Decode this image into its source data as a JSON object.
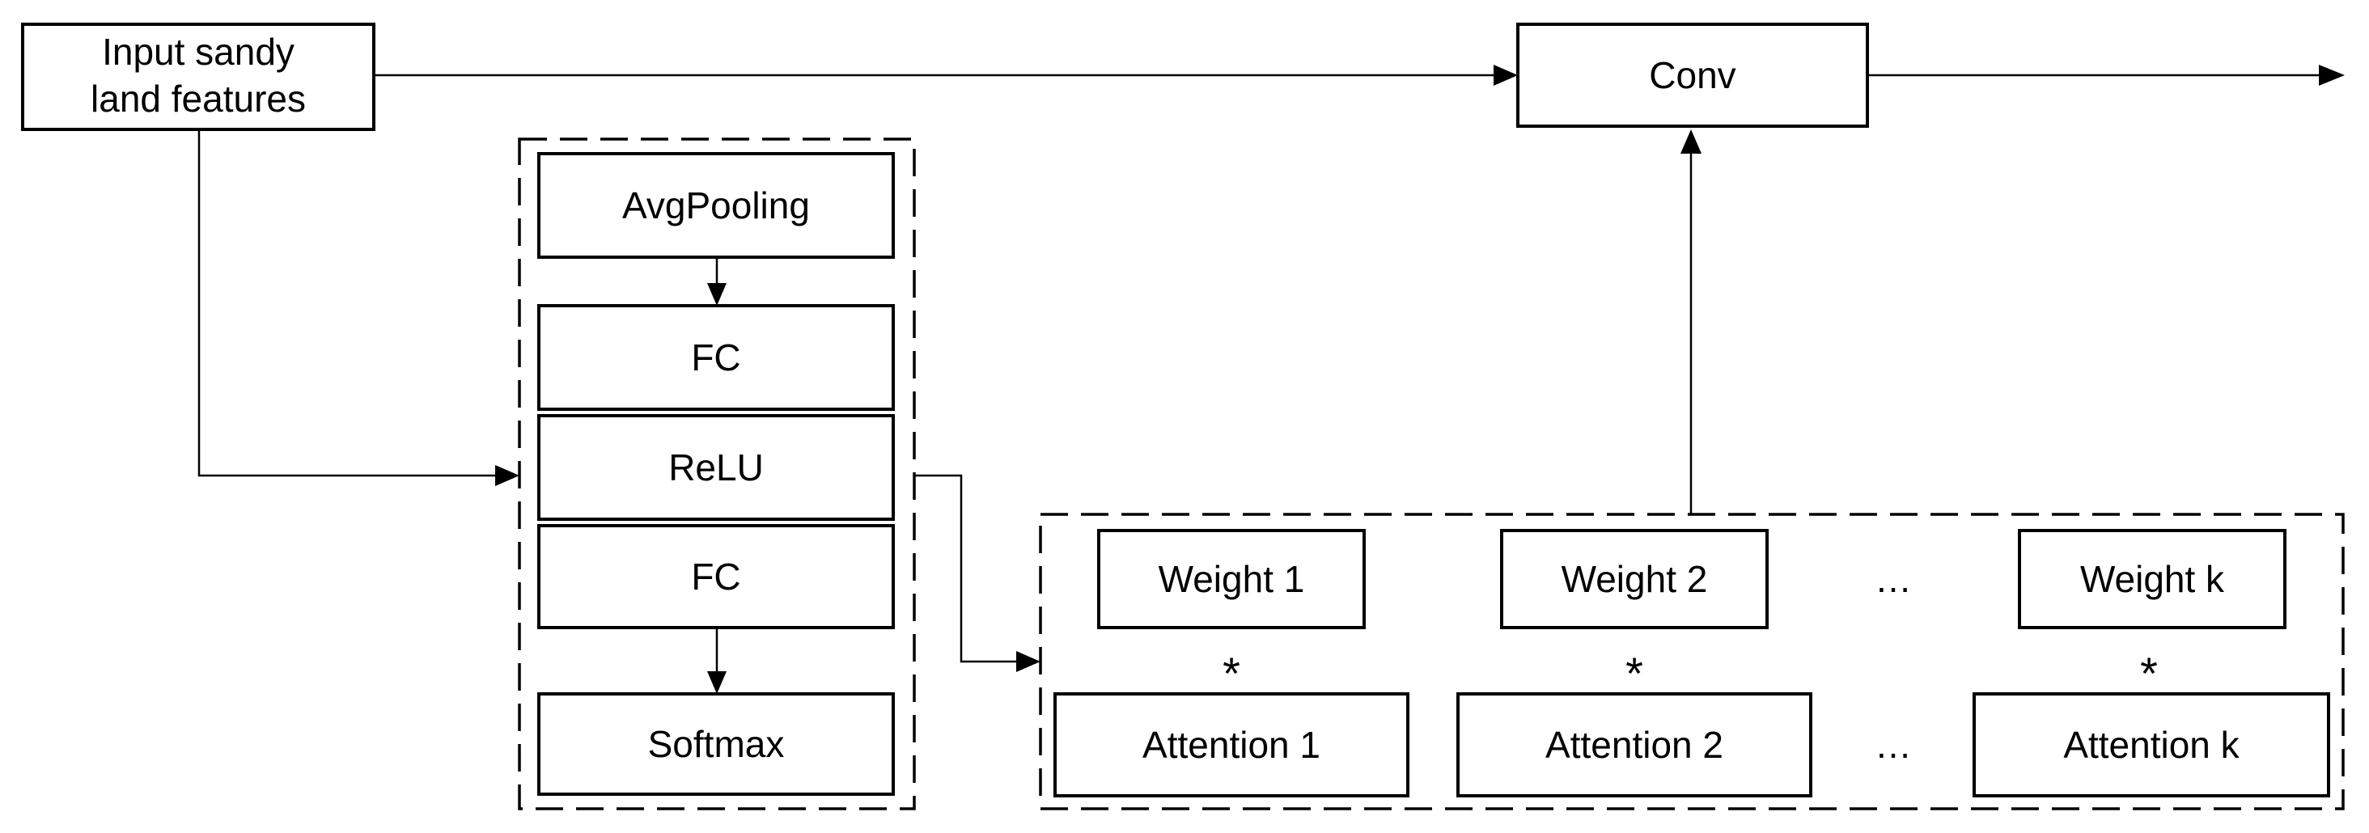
{
  "nodes": {
    "input": {
      "line1": "Input sandy",
      "line2": "land features"
    },
    "conv": "Conv",
    "avgpooling": "AvgPooling",
    "fc1": "FC",
    "relu": "ReLU",
    "fc2": "FC",
    "softmax": "Softmax",
    "weight1": "Weight 1",
    "weight2": "Weight 2",
    "weightk": "Weight k",
    "attention1": "Attention 1",
    "attention2": "Attention 2",
    "attentionk": "Attention k",
    "ellipsis": "…",
    "multiply": "*"
  }
}
